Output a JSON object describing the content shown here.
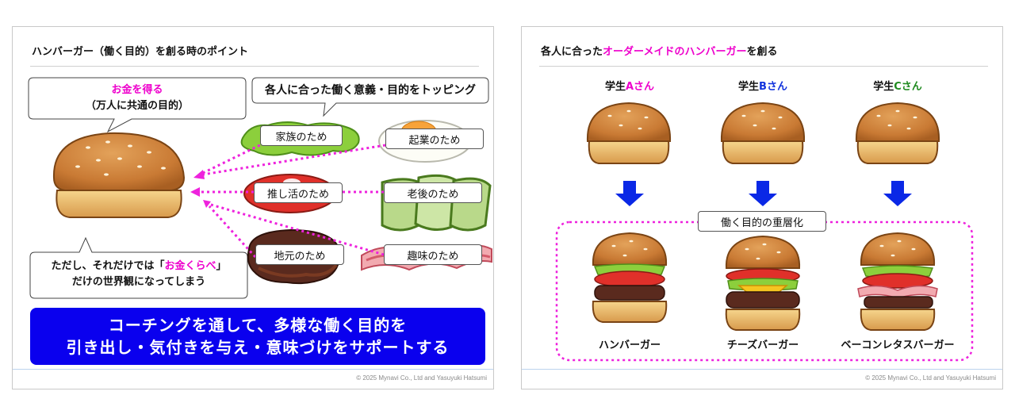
{
  "slide1": {
    "title": "ハンバーガー（働く目的）を創る時のポイント",
    "bun_callout": {
      "line1": "お金を得る",
      "line2": "（万人に共通の目的）"
    },
    "topping_callout": "各人に合った働く意義・目的をトッピング",
    "toppings": [
      {
        "label": "家族のため"
      },
      {
        "label": "起業のため"
      },
      {
        "label": "推し活のため"
      },
      {
        "label": "老後のため"
      },
      {
        "label": "地元のため"
      },
      {
        "label": "趣味のため"
      }
    ],
    "warning_callout": {
      "pre": "ただし、それだけでは「",
      "highlight": "お金くらべ",
      "post": "」",
      "line2": "だけの世界観になってしまう"
    },
    "banner": {
      "line1": "コーチングを通して、多様な働く目的を",
      "line2": "引き出し・気付きを与え・意味づけをサポートする"
    },
    "copyright": "© 2025 Mynavi Co., Ltd and Yasuyuki Hatsumi"
  },
  "slide2": {
    "title": {
      "pre": "各人に合った",
      "highlight": "オーダーメイドのハンバーガー",
      "post": "を創る"
    },
    "students": [
      {
        "pre": "学生",
        "letter": "A",
        "post": "さん",
        "color": "#ee00cc"
      },
      {
        "pre": "学生",
        "letter": "B",
        "post": "さん",
        "color": "#1133dd"
      },
      {
        "pre": "学生",
        "letter": "C",
        "post": "さん",
        "color": "#1f8a1f"
      }
    ],
    "group_label": "働く目的の重層化",
    "burgers": [
      "ハンバーガー",
      "チーズバーガー",
      "ベーコンレタスバーガー"
    ],
    "copyright": "© 2025 Mynavi Co., Ltd and Yasuyuki Hatsumi"
  },
  "colors": {
    "accent_pink": "#ee00cc",
    "banner_blue": "#0a00ee",
    "arrow_blue": "#0a28e6"
  }
}
